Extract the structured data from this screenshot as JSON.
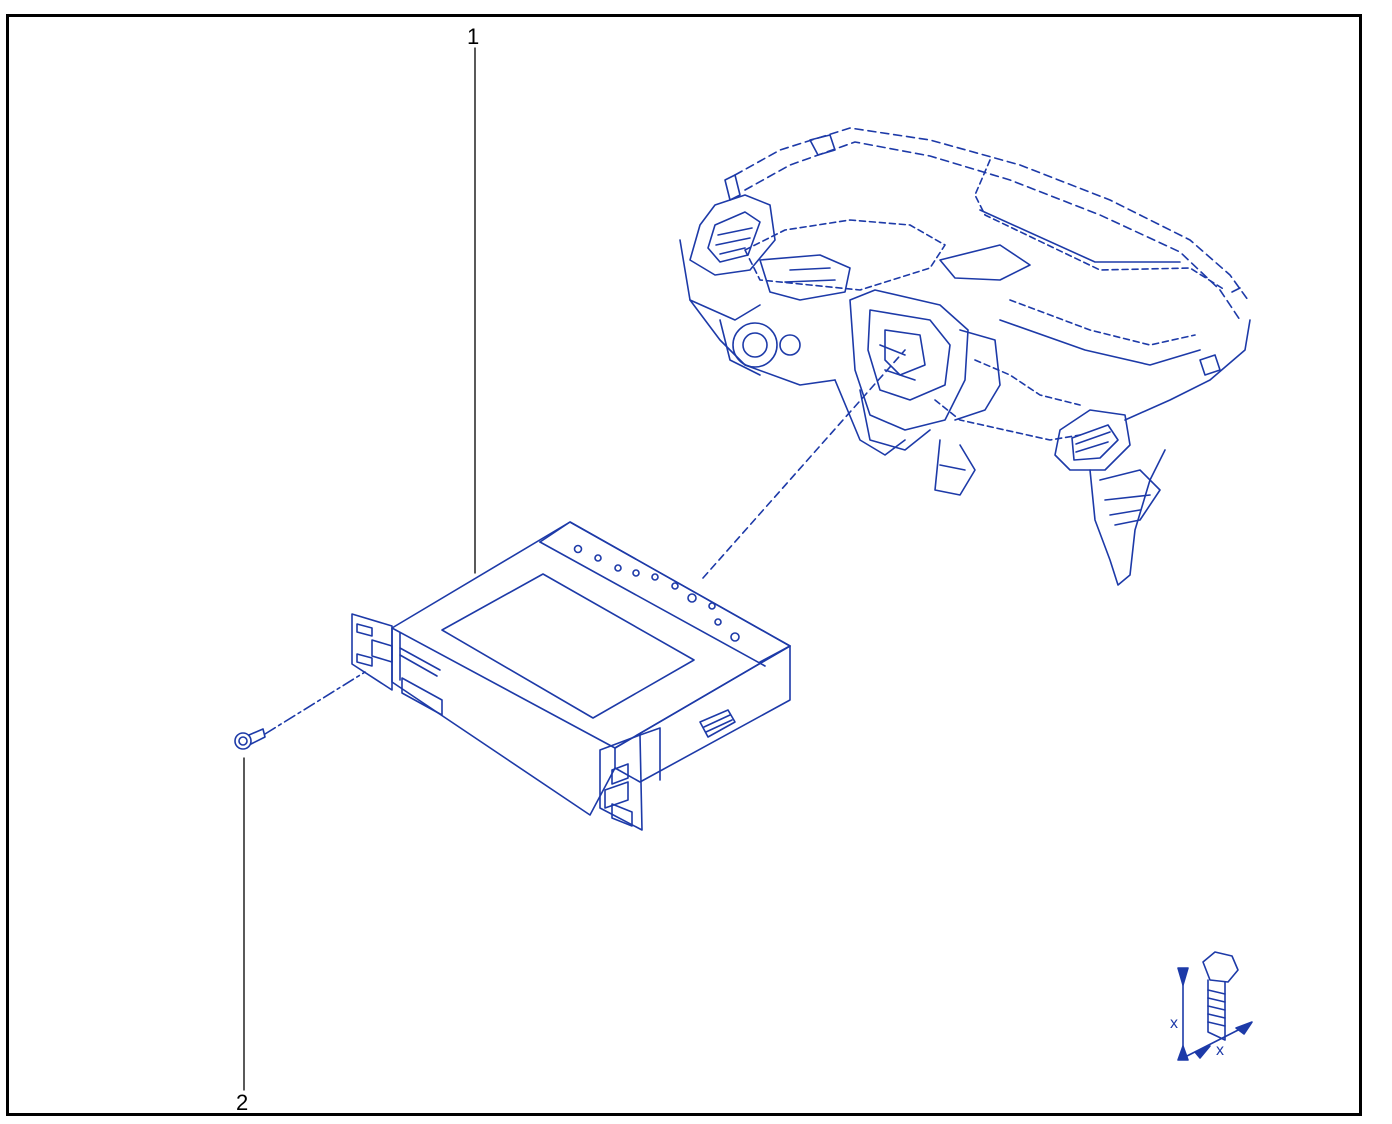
{
  "callouts": [
    {
      "id": "1",
      "label": "1"
    },
    {
      "id": "2",
      "label": "2"
    }
  ],
  "torque_symbol": {
    "dimension_label_vertical": "x",
    "dimension_label_horizontal": "x"
  },
  "colors": {
    "line": "#1d3aa8",
    "frame": "#000000",
    "background": "#ffffff"
  }
}
